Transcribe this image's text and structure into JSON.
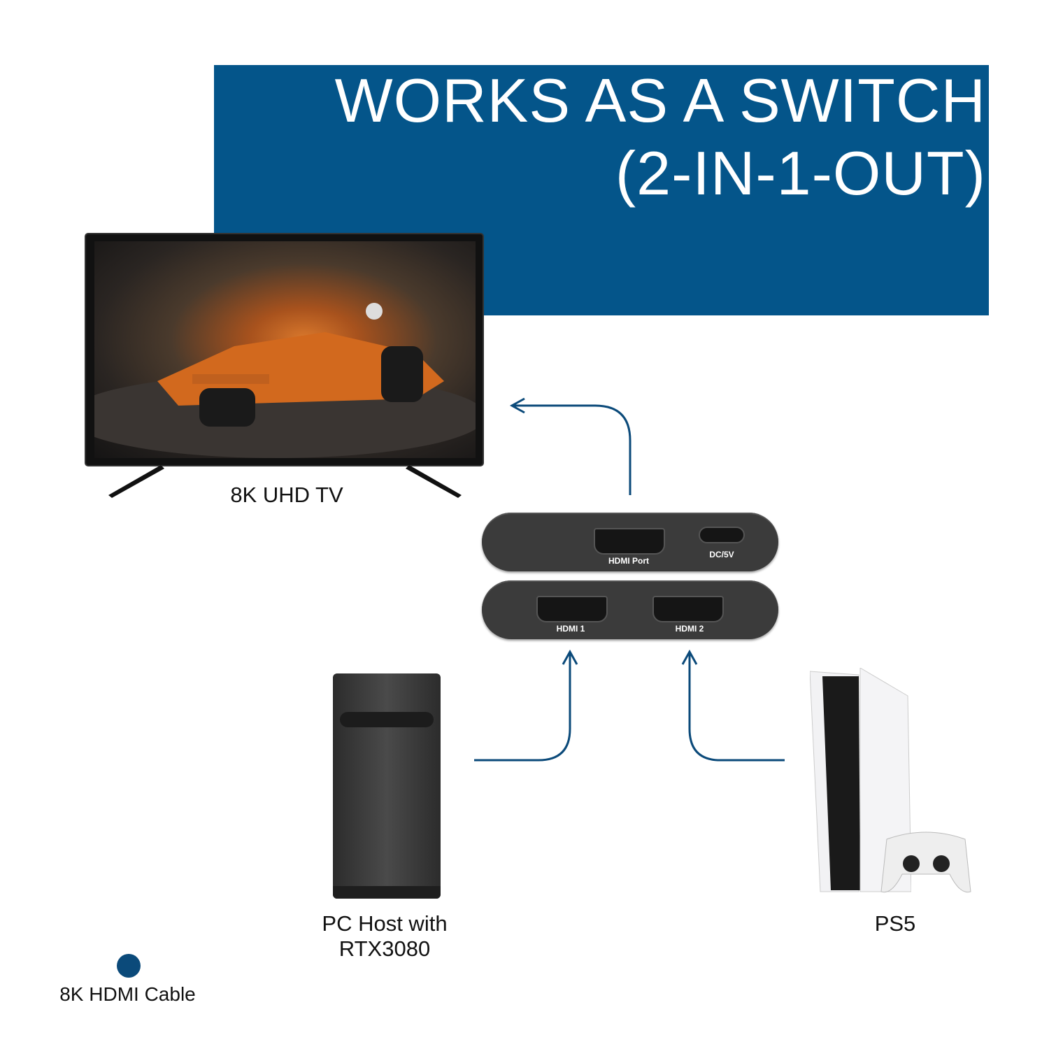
{
  "title_line1": "WORKS AS A SWITCH",
  "title_line2": "(2-IN-1-OUT)",
  "tv_label": "8K UHD TV",
  "device": {
    "hdmi_out_label": "HDMI Port",
    "dc_label": "DC/5V",
    "hdmi1_label": "HDMI 1",
    "hdmi2_label": "HDMI 2"
  },
  "pc_label_line1": "PC Host with",
  "pc_label_line2": "RTX3080",
  "ps5_label": "PS5",
  "legend_label": "8K HDMI Cable",
  "colors": {
    "brand": "#04558a",
    "cable": "#0b4a7a"
  }
}
